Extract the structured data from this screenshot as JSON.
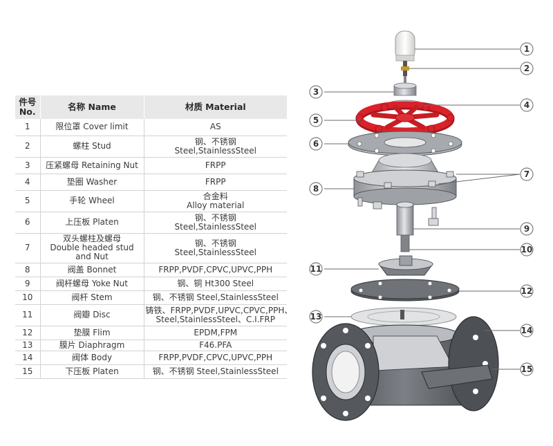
{
  "table": {
    "headers": {
      "no": [
        "件号",
        "No."
      ],
      "name": "名称 Name",
      "material": "材质 Material"
    },
    "rows": [
      {
        "no": "1",
        "name": [
          "限位罩 Cover limit"
        ],
        "material": [
          "AS"
        ]
      },
      {
        "no": "2",
        "name": [
          "螺柱 Stud"
        ],
        "material": [
          "钢、不锈钢",
          "Steel,StainlessSteel"
        ]
      },
      {
        "no": "3",
        "name": [
          "压紧螺母 Retaining Nut"
        ],
        "material": [
          "FRPP"
        ]
      },
      {
        "no": "4",
        "name": [
          "垫圈 Washer"
        ],
        "material": [
          "FRPP"
        ]
      },
      {
        "no": "5",
        "name": [
          "手轮 Wheel"
        ],
        "material": [
          "合金料",
          "Alloy material"
        ]
      },
      {
        "no": "6",
        "name": [
          "上压板 Platen"
        ],
        "material": [
          "钢、不锈钢",
          "Steel,StainlessSteel"
        ]
      },
      {
        "no": "7",
        "name": [
          "双头螺柱及螺母",
          "Double headed stud",
          "and Nut"
        ],
        "material": [
          "钢、不锈钢",
          "Steel,StainlessSteel"
        ]
      },
      {
        "no": "8",
        "name": [
          "阀盖 Bonnet"
        ],
        "material": [
          "FRPP,PVDF,CPVC,UPVC,PPH"
        ]
      },
      {
        "no": "9",
        "name": [
          "阀杆螺母 Yoke Nut"
        ],
        "material": [
          "钢、铜 Ht300 Steel"
        ]
      },
      {
        "no": "10",
        "name": [
          "阀杆 Stem"
        ],
        "material": [
          "钢、不锈钢 Steel,StainlessSteel"
        ]
      },
      {
        "no": "11",
        "name": [
          "阀瓣 Disc"
        ],
        "material": [
          "铸铁、FRPP,PVDF,UPVC,CPVC,PPH、",
          "Steel,StainlessSteel、C.I.FRP"
        ]
      },
      {
        "no": "12",
        "name": [
          "垫膜 Flim"
        ],
        "material": [
          "EPDM,FPM"
        ]
      },
      {
        "no": "13",
        "name": [
          "膜片 Diaphragm"
        ],
        "material": [
          "F46.PFA"
        ]
      },
      {
        "no": "14",
        "name": [
          "阀体 Body"
        ],
        "material": [
          "FRPP,PVDF,CPVC,UPVC,PPH"
        ]
      },
      {
        "no": "15",
        "name": [
          "下压板 Platen"
        ],
        "material": [
          "钢、不锈钢 Steel,StainlessSteel"
        ]
      }
    ]
  },
  "callouts": [
    {
      "label": "1",
      "side": "right"
    },
    {
      "label": "2",
      "side": "right"
    },
    {
      "label": "3",
      "side": "left"
    },
    {
      "label": "4",
      "side": "right"
    },
    {
      "label": "5",
      "side": "left"
    },
    {
      "label": "6",
      "side": "left"
    },
    {
      "label": "7",
      "side": "right"
    },
    {
      "label": "8",
      "side": "left"
    },
    {
      "label": "9",
      "side": "right"
    },
    {
      "label": "10",
      "side": "right"
    },
    {
      "label": "11",
      "side": "left"
    },
    {
      "label": "12",
      "side": "right"
    },
    {
      "label": "13",
      "side": "left"
    },
    {
      "label": "14",
      "side": "right"
    },
    {
      "label": "15",
      "side": "right"
    }
  ],
  "colors": {
    "handwheel": "#d9222a",
    "body": "#5d6066",
    "metal": "#b9bcc1",
    "cap": "#f4f4f2"
  }
}
